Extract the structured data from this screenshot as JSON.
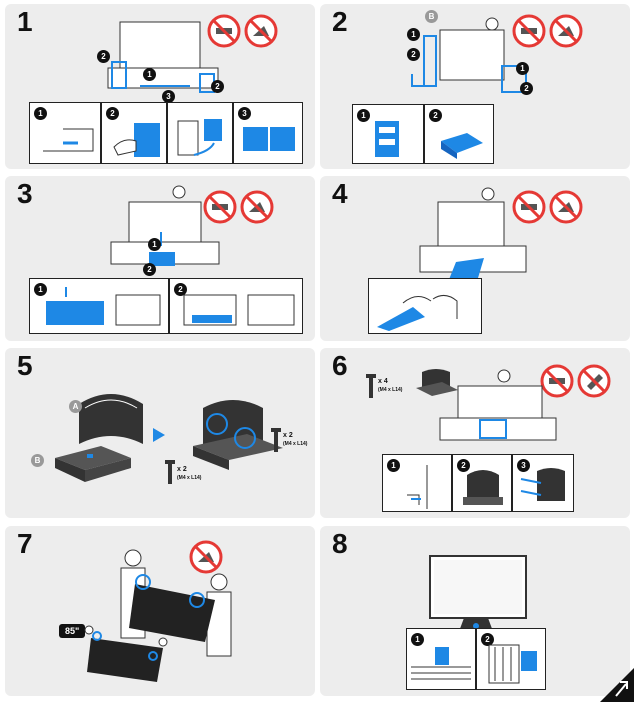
{
  "steps": [
    {
      "number": "1"
    },
    {
      "number": "2"
    },
    {
      "number": "3"
    },
    {
      "number": "4"
    },
    {
      "number": "5"
    },
    {
      "number": "6"
    },
    {
      "number": "7"
    },
    {
      "number": "8"
    }
  ],
  "callouts": {
    "one": "1",
    "two": "2",
    "three": "3",
    "a": "A",
    "b": "B"
  },
  "screws": {
    "count4": "x 4",
    "count2": "x 2",
    "spec": "(M4 x L14)"
  },
  "size_badge": "85\"",
  "colors": {
    "accent": "#1e88e5",
    "panel": "#ededed",
    "prohibit": "#e53935"
  }
}
